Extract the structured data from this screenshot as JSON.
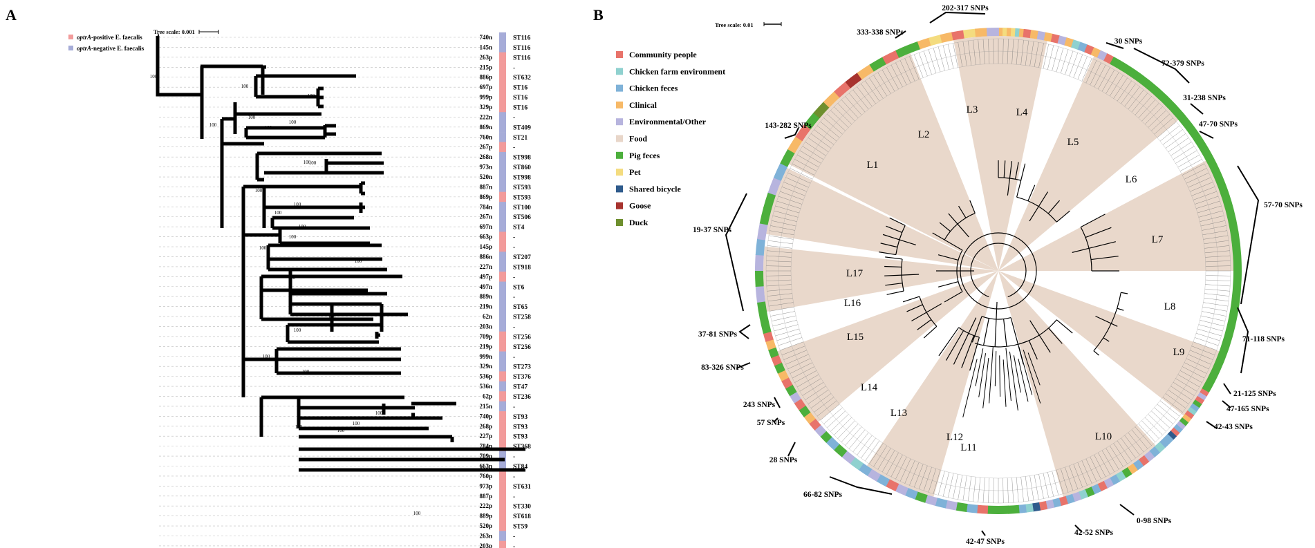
{
  "panel_a": {
    "letter": "A",
    "tree_scale_label": "Tree scale: 0.001",
    "legend": [
      {
        "label_italic": "optrA",
        "label_rest": "-positive E. faecalis",
        "color": "#f29b9b"
      },
      {
        "label_italic": "optrA",
        "label_rest": "-negative E. faecalis",
        "color": "#a6acd8"
      }
    ],
    "rows": [
      {
        "leaf": "740n",
        "st": "ST116",
        "pos": false
      },
      {
        "leaf": "145n",
        "st": "ST116",
        "pos": false
      },
      {
        "leaf": "263p",
        "st": "ST116",
        "pos": true
      },
      {
        "leaf": "215p",
        "st": "-",
        "pos": true
      },
      {
        "leaf": "886p",
        "st": "ST632",
        "pos": true
      },
      {
        "leaf": "697p",
        "st": "ST16",
        "pos": true
      },
      {
        "leaf": "999p",
        "st": "ST16",
        "pos": true
      },
      {
        "leaf": "329p",
        "st": "ST16",
        "pos": true
      },
      {
        "leaf": "222n",
        "st": "-",
        "pos": false
      },
      {
        "leaf": "869n",
        "st": "ST409",
        "pos": false
      },
      {
        "leaf": "760n",
        "st": "ST21",
        "pos": false
      },
      {
        "leaf": "267p",
        "st": "-",
        "pos": true
      },
      {
        "leaf": "268n",
        "st": "ST998",
        "pos": false
      },
      {
        "leaf": "973n",
        "st": "ST860",
        "pos": false
      },
      {
        "leaf": "520n",
        "st": "ST998",
        "pos": false
      },
      {
        "leaf": "887n",
        "st": "ST593",
        "pos": false
      },
      {
        "leaf": "869p",
        "st": "ST593",
        "pos": true
      },
      {
        "leaf": "784n",
        "st": "ST100",
        "pos": false
      },
      {
        "leaf": "267n",
        "st": "ST506",
        "pos": false
      },
      {
        "leaf": "697n",
        "st": "ST4",
        "pos": false
      },
      {
        "leaf": "663p",
        "st": "-",
        "pos": true
      },
      {
        "leaf": "145p",
        "st": "-",
        "pos": true
      },
      {
        "leaf": "886n",
        "st": "ST207",
        "pos": false
      },
      {
        "leaf": "227n",
        "st": "ST918",
        "pos": false
      },
      {
        "leaf": "497p",
        "st": "-",
        "pos": true
      },
      {
        "leaf": "497n",
        "st": "ST6",
        "pos": false
      },
      {
        "leaf": "889n",
        "st": "-",
        "pos": false
      },
      {
        "leaf": "219n",
        "st": "ST65",
        "pos": false
      },
      {
        "leaf": "62n",
        "st": "ST258",
        "pos": false
      },
      {
        "leaf": "203n",
        "st": "-",
        "pos": false
      },
      {
        "leaf": "709p",
        "st": "ST256",
        "pos": true
      },
      {
        "leaf": "219p",
        "st": "ST256",
        "pos": true
      },
      {
        "leaf": "999n",
        "st": "-",
        "pos": false
      },
      {
        "leaf": "329n",
        "st": "ST273",
        "pos": false
      },
      {
        "leaf": "536p",
        "st": "ST376",
        "pos": true
      },
      {
        "leaf": "536n",
        "st": "ST47",
        "pos": false
      },
      {
        "leaf": "62p",
        "st": "ST236",
        "pos": true
      },
      {
        "leaf": "215n",
        "st": "-",
        "pos": false
      },
      {
        "leaf": "740p",
        "st": "ST93",
        "pos": true
      },
      {
        "leaf": "268p",
        "st": "ST93",
        "pos": true
      },
      {
        "leaf": "227p",
        "st": "ST93",
        "pos": true
      },
      {
        "leaf": "784p",
        "st": "ST368",
        "pos": true
      },
      {
        "leaf": "709n",
        "st": "-",
        "pos": false
      },
      {
        "leaf": "663n",
        "st": "ST84",
        "pos": false
      },
      {
        "leaf": "760p",
        "st": "-",
        "pos": true
      },
      {
        "leaf": "973p",
        "st": "ST631",
        "pos": true
      },
      {
        "leaf": "887p",
        "st": "-",
        "pos": true
      },
      {
        "leaf": "222p",
        "st": "ST330",
        "pos": true
      },
      {
        "leaf": "889p",
        "st": "ST618",
        "pos": true
      },
      {
        "leaf": "520p",
        "st": "ST59",
        "pos": true
      },
      {
        "leaf": "263n",
        "st": "-",
        "pos": false
      },
      {
        "leaf": "203p",
        "st": "-",
        "pos": true
      }
    ],
    "bootstrap_label": "100"
  },
  "panel_b": {
    "letter": "B",
    "tree_scale_label": "Tree scale: 0.01",
    "legend": [
      {
        "label": "Community people",
        "color": "#e8736a"
      },
      {
        "label": "Chicken farm environment",
        "color": "#8fd1cf"
      },
      {
        "label": "Chicken feces",
        "color": "#7fb2d8"
      },
      {
        "label": "Clinical",
        "color": "#f7b967"
      },
      {
        "label": "Environmental/Other",
        "color": "#b7b4de"
      },
      {
        "label": "Food",
        "color": "#e8d6c9"
      },
      {
        "label": "Pig feces",
        "color": "#4caf3c"
      },
      {
        "label": "Pet",
        "color": "#f4dc7f"
      },
      {
        "label": "Shared bicycle",
        "color": "#2f5b8c"
      },
      {
        "label": "Goose",
        "color": "#a7332e"
      },
      {
        "label": "Duck",
        "color": "#6e8f2e"
      }
    ],
    "lineages": [
      "L1",
      "L2",
      "L3",
      "L4",
      "L5",
      "L6",
      "L7",
      "L8",
      "L9",
      "L10",
      "L11",
      "L12",
      "L13",
      "L14",
      "L15",
      "L16",
      "L17"
    ],
    "snp_labels": [
      "202-317 SNPs",
      "333-338 SNPs",
      "30 SNPs",
      "72-379 SNPs",
      "31-238 SNPs",
      "47-70 SNPs",
      "143-282 SNPs",
      "57-70 SNPs",
      "19-37 SNPs",
      "71-118 SNPs",
      "37-81 SNPs",
      "83-326 SNPs",
      "21-125 SNPs",
      "47-165 SNPs",
      "243 SNPs",
      "57 SNPs",
      "42-43 SNPs",
      "28 SNPs",
      "66-82 SNPs",
      "0-98 SNPs",
      "42-52 SNPs",
      "42-47 SNPs"
    ]
  }
}
